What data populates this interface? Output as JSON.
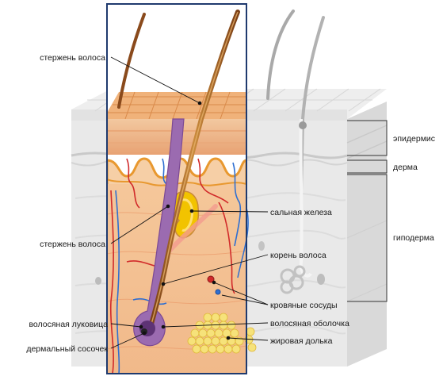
{
  "labels": {
    "hair_shaft_top": "стержень волоса",
    "hair_shaft_left": "стержень волоса",
    "hair_bulb": "волосяная луковица",
    "dermal_papilla": "дермальный сосочек",
    "sebaceous_gland": "сальная железа",
    "hair_root": "корень волоса",
    "blood_vessels": "кровяные сосуды",
    "hair_sheath": "волосяная оболочка",
    "fat_lobule": "жировая долька",
    "epidermis": "эпидермис",
    "dermis": "дерма",
    "hypodermis": "гиподерма"
  },
  "colors": {
    "frame": "#1f3a6e",
    "hair": "#8a4a1c",
    "hair_highlight": "#c98a3c",
    "follicle": "#9b6bb0",
    "gland": "#f2c300",
    "artery": "#d12a2a",
    "vein": "#2f6fd1",
    "fat": "#f3e08a",
    "gray_skin": "#e6e6e6"
  }
}
